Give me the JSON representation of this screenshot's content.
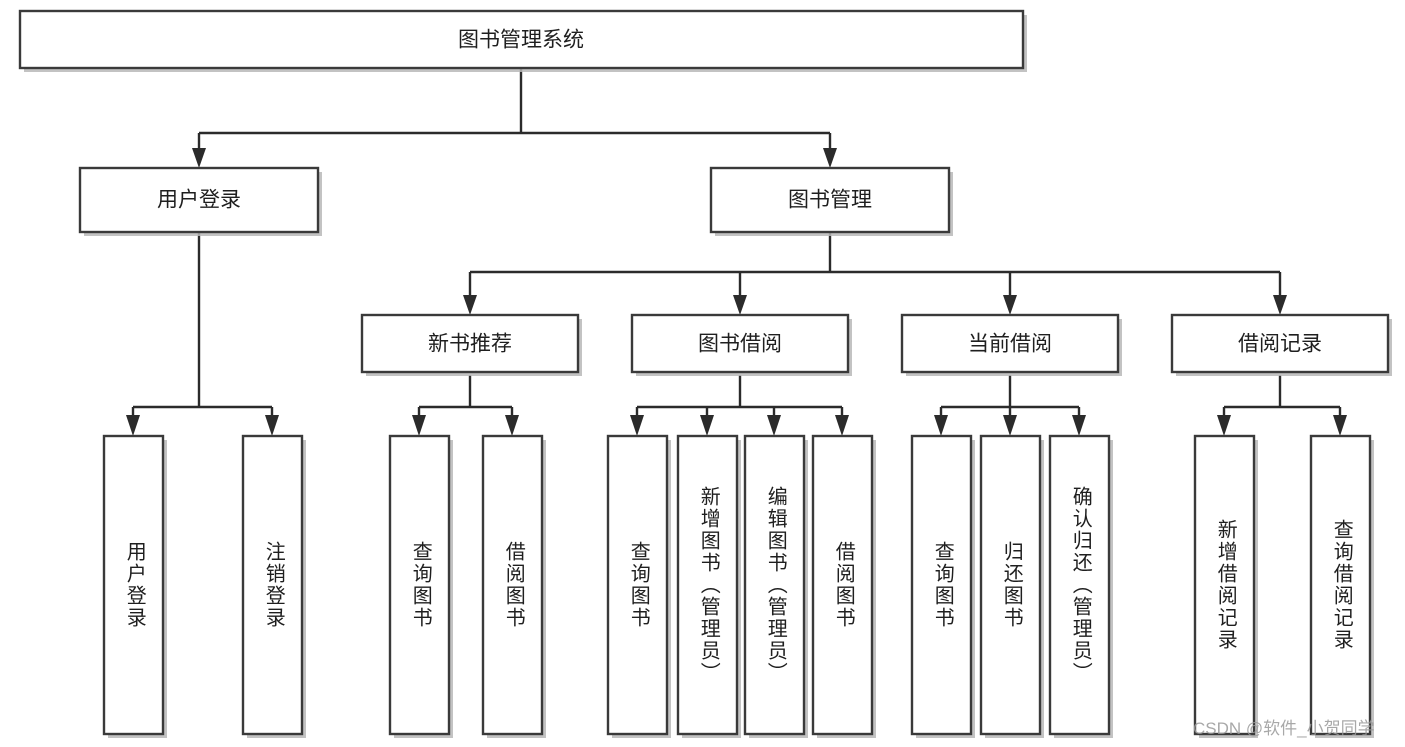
{
  "diagram": {
    "title": "图书管理系统",
    "type": "tree-hierarchy",
    "watermark": "CSDN @软件_小贺同学",
    "colors": {
      "box_stroke": "#3a3a3a",
      "connector": "#2b2b2b",
      "box_fill": "#ffffff",
      "background": "#ffffff",
      "watermark_text": "#9a9a9a"
    },
    "root": {
      "label": "图书管理系统"
    },
    "level2": [
      {
        "label": "用户登录"
      },
      {
        "label": "图书管理"
      }
    ],
    "level3": [
      {
        "label": "新书推荐"
      },
      {
        "label": "图书借阅"
      },
      {
        "label": "当前借阅"
      },
      {
        "label": "借阅记录"
      }
    ],
    "leaves": {
      "user_login_children": [
        {
          "label": "用户登录"
        },
        {
          "label": "注销登录"
        }
      ],
      "new_book_children": [
        {
          "label": "查询图书"
        },
        {
          "label": "借阅图书"
        }
      ],
      "book_borrow_children": [
        {
          "label": "查询图书"
        },
        {
          "label": "新增图书（管理员）"
        },
        {
          "label": "编辑图书（管理员）"
        },
        {
          "label": "借阅图书"
        }
      ],
      "current_borrow_children": [
        {
          "label": "查询图书"
        },
        {
          "label": "归还图书"
        },
        {
          "label": "确认归还（管理员）"
        }
      ],
      "borrow_record_children": [
        {
          "label": "新增借阅记录"
        },
        {
          "label": "查询借阅记录"
        }
      ]
    }
  }
}
